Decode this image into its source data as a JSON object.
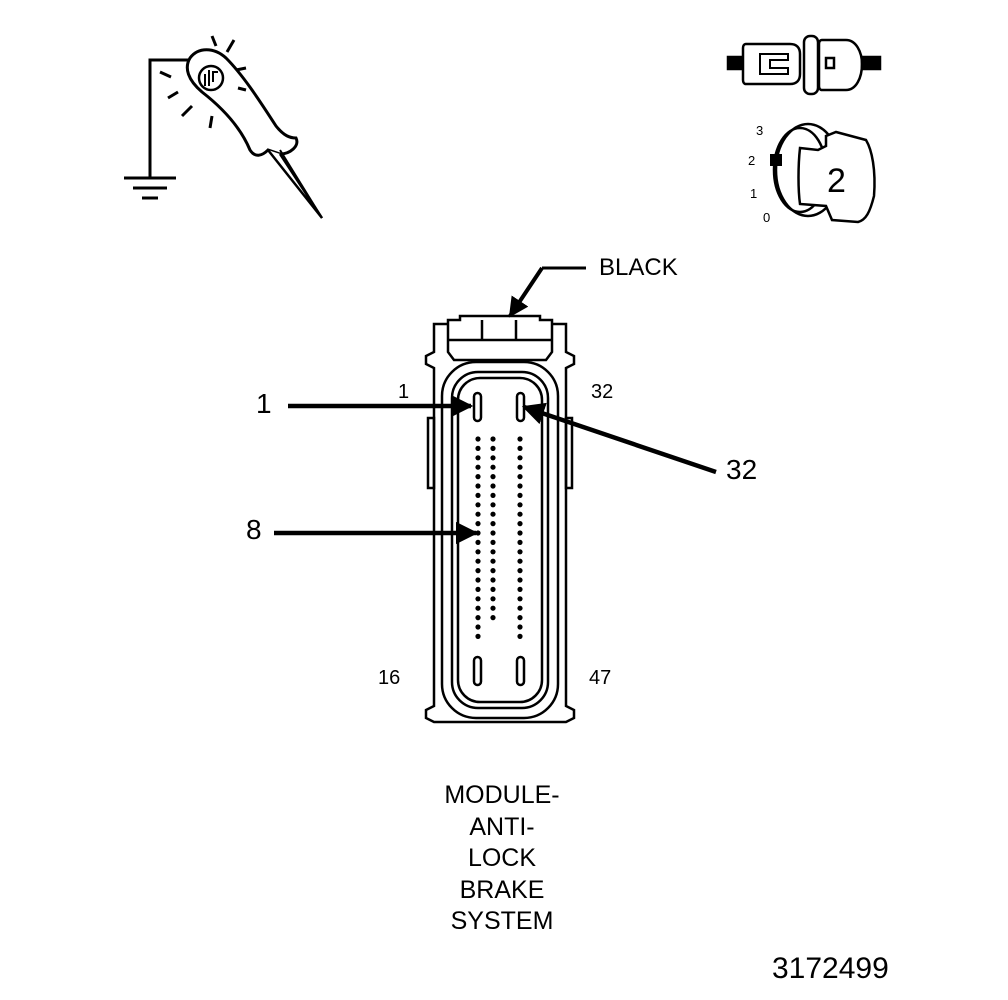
{
  "tools": {
    "test_light_icon": "test-light-icon",
    "ground_icon": "ground-icon",
    "connector_icon": "disconnected-connector-icon",
    "ignition_icon": "ignition-switch-icon",
    "ignition_positions": [
      "3",
      "2",
      "1",
      "0"
    ],
    "ignition_key_label": "2"
  },
  "connector": {
    "color_label": "BLACK",
    "top_left_pin": "1",
    "top_right_pin": "32",
    "bottom_left_pin": "16",
    "bottom_right_pin": "47"
  },
  "callouts": {
    "pin_1": "1",
    "pin_8": "8",
    "pin_32": "32"
  },
  "caption": {
    "lines": [
      "MODULE-",
      "ANTI-",
      "LOCK",
      "BRAKE",
      "SYSTEM"
    ]
  },
  "figure_number": "3172499"
}
